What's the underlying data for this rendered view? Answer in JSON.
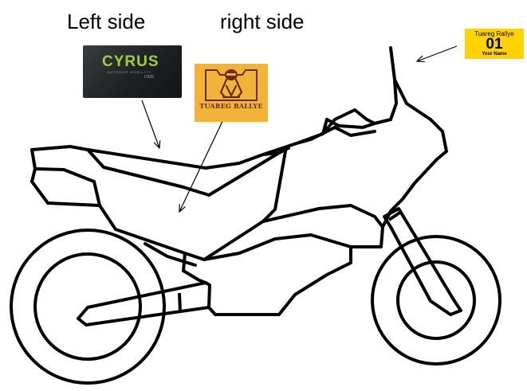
{
  "labels": {
    "left_side": "Left side",
    "right_side": "right side"
  },
  "cyrus_decal": {
    "brand": "CYRUS",
    "tagline": "OUTDOOR MOBILITY",
    "model": "C526",
    "brand_color": "#9fcf3a"
  },
  "tuareg_decal": {
    "text": "TUAREG RALLYE",
    "background_color": "#f3b33a",
    "ink_color": "#6b2b12"
  },
  "number_plate": {
    "title": "Tuareg Rallye",
    "number": "01",
    "name": "Your Name",
    "background_color": "#ffd200"
  },
  "colors": {
    "line": "#000000",
    "background": "#ffffff"
  }
}
